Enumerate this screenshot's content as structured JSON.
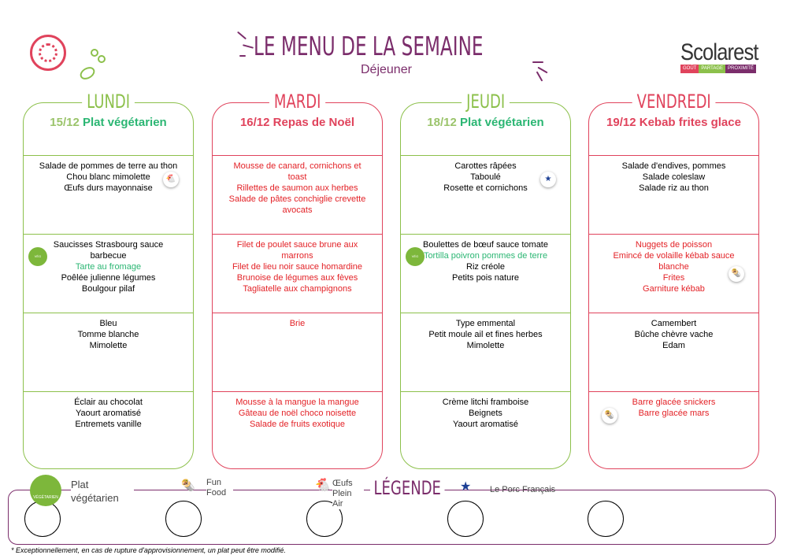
{
  "header": {
    "title": "LE MENU DE LA SEMAINE",
    "subtitle": "Déjeuner",
    "brand": "Scolarest",
    "brand_tags": [
      "GOÛT",
      "PARTAGE",
      "PROXIMITÉ"
    ]
  },
  "colors": {
    "green": "#8cc04b",
    "pink": "#e0435c",
    "red_text": "#e32227",
    "veg_text": "#2bb673",
    "purple": "#7b2d6b"
  },
  "days": [
    {
      "name": "LUNDI",
      "date": "15/12",
      "label": "Plat végétarien",
      "theme": "green",
      "sections": [
        {
          "items": [
            {
              "t": "Salade de pommes de terre au thon"
            },
            {
              "t": "Chou blanc mimolette"
            },
            {
              "t": "Œufs durs mayonnaise"
            }
          ],
          "badge": "hen-icon"
        },
        {
          "items": [
            {
              "t": "Saucisses Strasbourg sauce barbecue"
            },
            {
              "t": "Tarte au fromage",
              "c": "veg"
            },
            {
              "t": "Poêlée julienne légumes"
            },
            {
              "t": "Boulgour pilaf"
            }
          ],
          "veg": true
        },
        {
          "items": [
            {
              "t": "Bleu"
            },
            {
              "t": "Tomme blanche"
            },
            {
              "t": "Mimolette"
            }
          ]
        },
        {
          "items": [
            {
              "t": "Éclair au chocolat"
            },
            {
              "t": "Yaourt aromatisé"
            },
            {
              "t": "Entremets vanille"
            }
          ]
        }
      ]
    },
    {
      "name": "MARDI",
      "date": "16/12",
      "label": "Repas de Noël",
      "theme": "pink",
      "sections": [
        {
          "items": [
            {
              "t": "Mousse de canard, cornichons et toast",
              "c": "red"
            },
            {
              "t": "Rillettes de saumon aux herbes",
              "c": "red"
            },
            {
              "t": "Salade de pâtes conchiglie crevette avocats",
              "c": "red"
            }
          ]
        },
        {
          "items": [
            {
              "t": "Filet de poulet sauce brune aux marrons",
              "c": "red"
            },
            {
              "t": "Filet de lieu noir sauce homardine",
              "c": "red"
            },
            {
              "t": "Brunoise de légumes aux fèves",
              "c": "red"
            },
            {
              "t": "Tagliatelle aux champignons",
              "c": "red"
            }
          ]
        },
        {
          "items": [
            {
              "t": "Brie",
              "c": "red"
            }
          ]
        },
        {
          "items": [
            {
              "t": "Mousse à la mangue la mangue",
              "c": "red"
            },
            {
              "t": "Gâteau de noël choco noisette",
              "c": "red"
            },
            {
              "t": "Salade de fruits exotique",
              "c": "red"
            }
          ]
        }
      ]
    },
    {
      "name": "JEUDI",
      "date": "18/12",
      "label": "Plat végétarien",
      "theme": "green",
      "sections": [
        {
          "items": [
            {
              "t": "Carottes râpées"
            },
            {
              "t": "Taboulé"
            },
            {
              "t": "Rosette et cornichons"
            }
          ],
          "badge": "porc-francais-icon"
        },
        {
          "items": [
            {
              "t": "Boulettes de bœuf sauce tomate"
            },
            {
              "t": "Tortilla poivron pommes de terre",
              "c": "veg"
            },
            {
              "t": "Riz créole"
            },
            {
              "t": "Petits pois nature"
            }
          ],
          "veg": true
        },
        {
          "items": [
            {
              "t": "Type emmental"
            },
            {
              "t": "Petit moule ail et fines herbes"
            },
            {
              "t": "Mimolette"
            }
          ]
        },
        {
          "items": [
            {
              "t": "Crème litchi framboise"
            },
            {
              "t": "Beignets"
            },
            {
              "t": "Yaourt aromatisé"
            }
          ]
        }
      ]
    },
    {
      "name": "VENDREDI",
      "date": "19/12",
      "label": "Kebab frites glace",
      "theme": "pink",
      "sections": [
        {
          "items": [
            {
              "t": "Salade d'endives, pommes"
            },
            {
              "t": "Salade coleslaw"
            },
            {
              "t": "Salade riz au thon"
            }
          ]
        },
        {
          "items": [
            {
              "t": "Nuggets de poisson",
              "c": "red"
            },
            {
              "t": "Emincé de volaille kébab sauce blanche",
              "c": "red"
            },
            {
              "t": "Frites",
              "c": "red"
            },
            {
              "t": "Garniture kébab",
              "c": "red"
            }
          ],
          "badge": "fun-food-icon"
        },
        {
          "items": [
            {
              "t": "Camembert"
            },
            {
              "t": "Bûche chèvre vache"
            },
            {
              "t": "Edam"
            }
          ]
        },
        {
          "items": [
            {
              "t": "Barre glacée snickers",
              "c": "red"
            },
            {
              "t": "Barre glacée mars",
              "c": "red"
            }
          ],
          "badge": "fun-food-icon",
          "badgeLeft": true
        }
      ]
    }
  ],
  "legend": {
    "title": "LÉGENDE",
    "items": [
      "Plat végétarien",
      "Fun Food",
      "Œufs Plein Air",
      "Le Porc Français"
    ],
    "veg_badge": "VÉGÉTARIEN"
  },
  "footnote": "* Exceptionnellement, en cas de rupture d'approvisionnement, un plat peut être modifié."
}
